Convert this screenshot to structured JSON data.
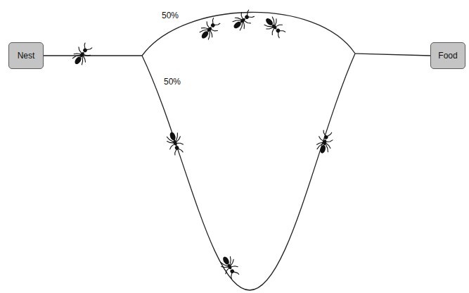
{
  "diagram": {
    "nodes": [
      {
        "text": [
          "Nest"
        ]
      },
      {
        "text": [
          "Food"
        ]
      }
    ],
    "edges": [
      {
        "from": 0,
        "to": 1,
        "arrow": "none"
      }
    ],
    "labels": [
      "50%",
      "50%"
    ]
  }
}
